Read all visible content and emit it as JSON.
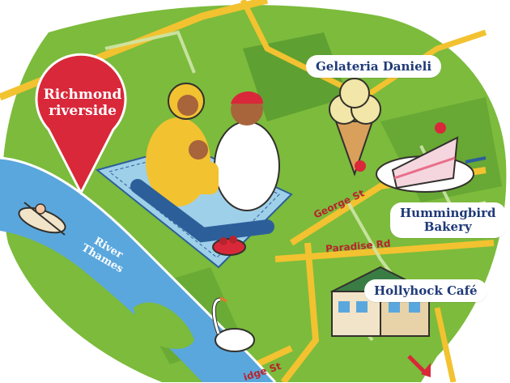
{
  "map": {
    "pin": {
      "line1": "Richmond",
      "line2": "riverside"
    },
    "river": {
      "line1": "River",
      "line2": "Thames"
    },
    "places": {
      "gelateria": "Gelateria Danieli",
      "bakery_line1": "Hummingbird",
      "bakery_line2": "Bakery",
      "cafe": "Hollyhock Café"
    },
    "streets": {
      "george": "George St",
      "paradise": "Paradise Rd",
      "bridge": "idge St"
    },
    "colors": {
      "park": "#7cbb3c",
      "park_dark": "#5fa032",
      "water": "#5aa7dd",
      "road": "#f2c230",
      "pin": "#d9283a",
      "label_text": "#1f3a78",
      "street_text": "#b8242c"
    }
  }
}
